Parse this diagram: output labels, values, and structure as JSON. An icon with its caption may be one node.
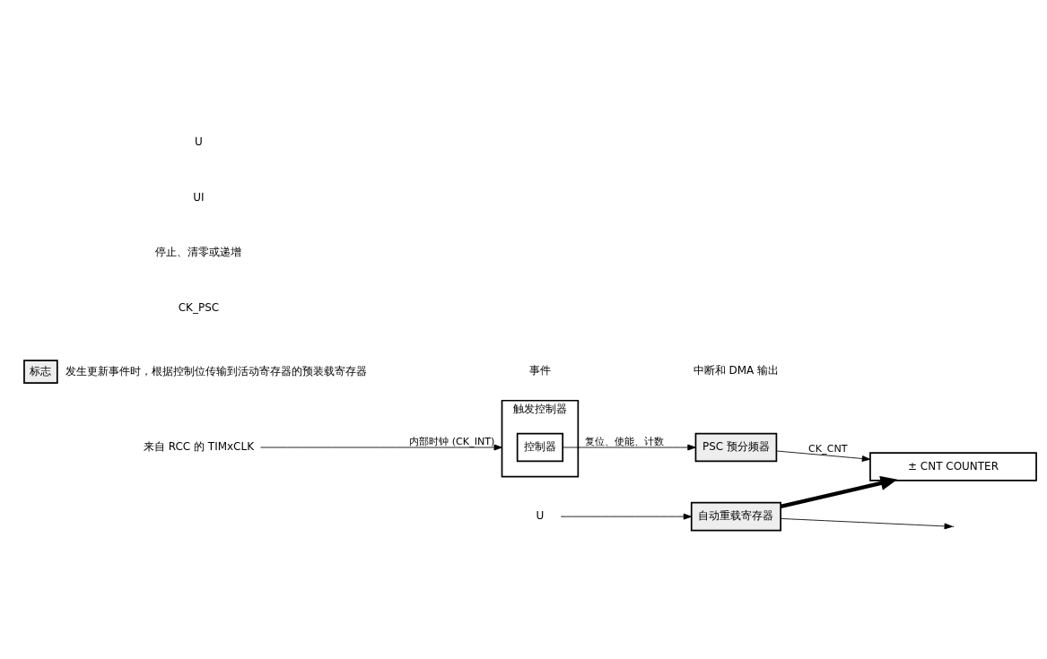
{
  "diagram": {
    "nodes": [
      {
        "text": [
          "来自 RCC 的 TIMxCLK"
        ]
      },
      {
        "text": [
          "触发控制器"
        ]
      },
      {
        "text": [
          "控制器"
        ],
        "in": 1
      },
      {
        "text": [
          "U"
        ]
      },
      {
        "text": [
          "自动重载寄存器"
        ]
      },
      {
        "text": [
          "PSC 预分频器"
        ]
      },
      {
        "text": [
          "± CNT COUNTER"
        ]
      },
      {
        "text": [
          "标志"
        ],
        "beside": [
          "发生更新事件时，根据控制位传输到活动寄存器的预装载寄存器"
        ]
      }
    ],
    "edges": [
      {
        "from": 0,
        "to": 1,
        "arrow": "to",
        "label": "内部时钟 (CK_INT)"
      },
      {
        "from": 2,
        "to": 5,
        "arrow": "to",
        "label": "复位、使能、计数"
      },
      {
        "from": 3,
        "to": 4,
        "arrow": "to"
      },
      {
        "from": 4,
        "to": 6,
        "arrow": "to",
        "style": "thick"
      },
      {
        "from": 5,
        "to": 6,
        "arrow": "to",
        "label": "CK_CNT"
      },
      {
        "from": 4,
        "to": null,
        "arrow": "to"
      }
    ],
    "labels": [
      "CK_PSC",
      "停止、清零或递增",
      "UI",
      "U"
    ],
    "legend": [
      {
        "text": "事件"
      },
      {
        "text": "中断和 DMA 输出"
      }
    ]
  }
}
